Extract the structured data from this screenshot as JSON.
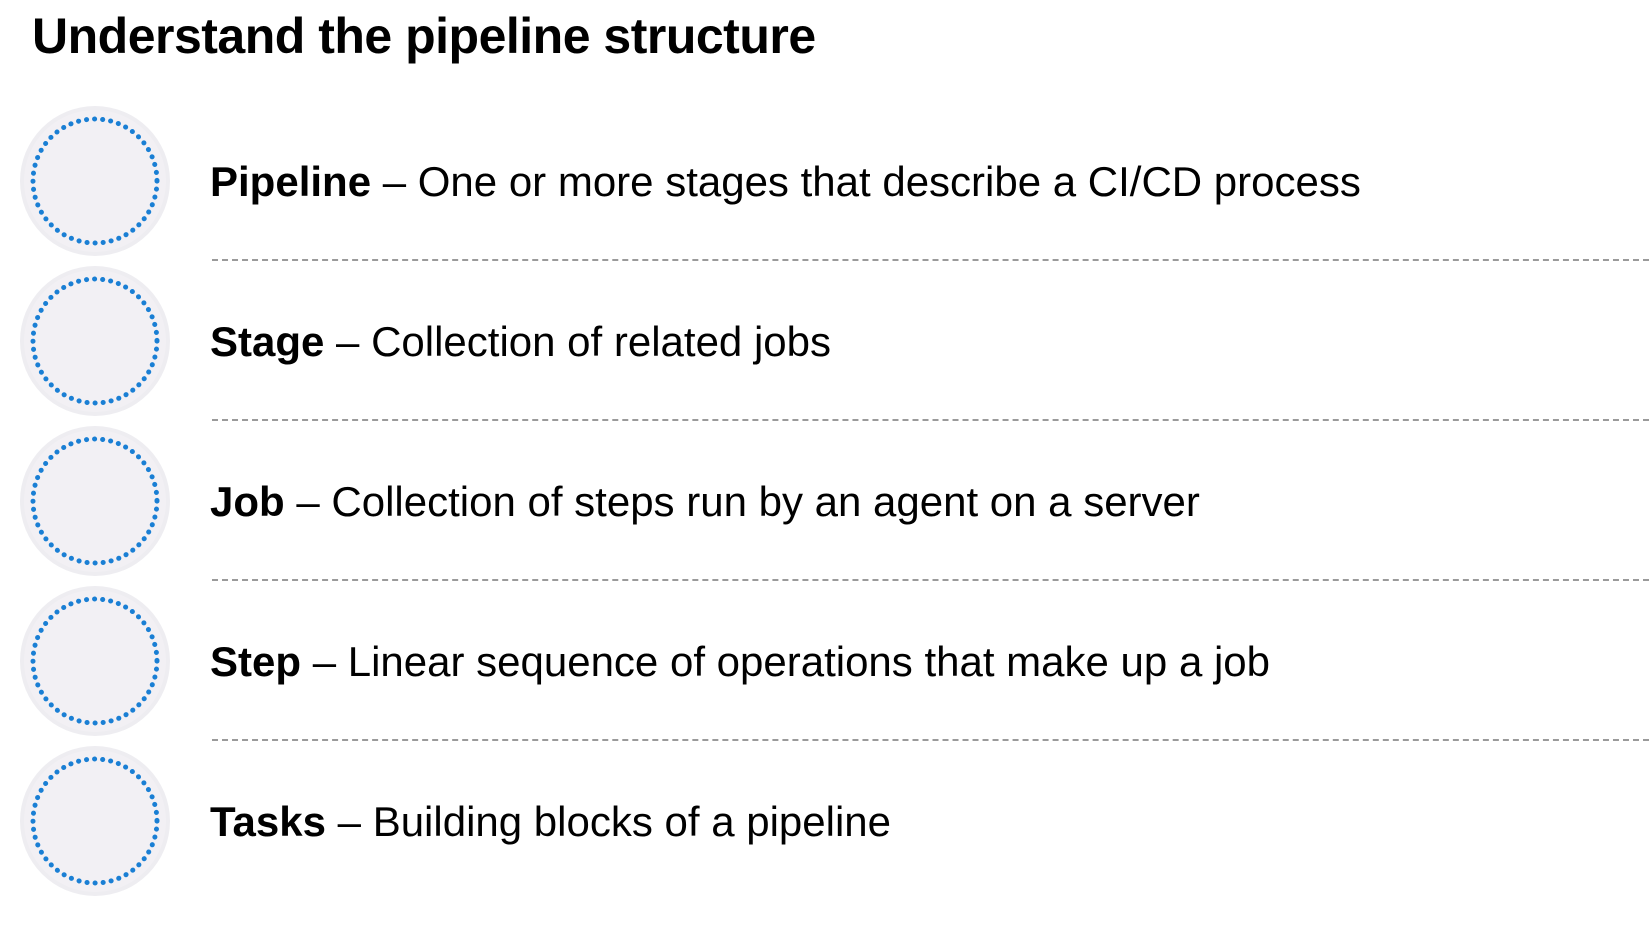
{
  "slide": {
    "title": "Understand the pipeline structure",
    "separator": "–",
    "accent_color": "#1a7fd4",
    "circle_fill": "#f2f0f4",
    "items": [
      {
        "term": "Pipeline",
        "description": "One or more stages that describe a CI/CD process"
      },
      {
        "term": "Stage",
        "description": "Collection of related jobs"
      },
      {
        "term": "Job",
        "description": "Collection of steps run by an agent on a server"
      },
      {
        "term": "Step",
        "description": "Linear sequence of operations that make up a job"
      },
      {
        "term": "Tasks",
        "description": "Building blocks of a pipeline"
      }
    ]
  }
}
